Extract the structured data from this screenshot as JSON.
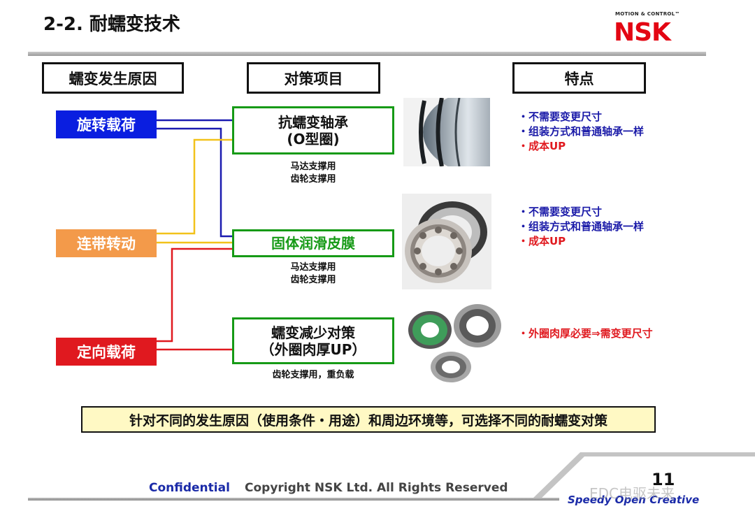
{
  "slide": {
    "title": "2-2. 耐蠕变技术",
    "logo_tagline": "MOTION & CONTROL™",
    "logo": "NSK"
  },
  "headers": {
    "causes": "蠕变发生原因",
    "measures": "对策项目",
    "features": "特点"
  },
  "causes": [
    {
      "label": "旋转载荷",
      "color": "#0a1ee0"
    },
    {
      "label": "连带转动",
      "color": "#f39a4a"
    },
    {
      "label": "定向载荷",
      "color": "#e0191f"
    }
  ],
  "measures": [
    {
      "line1": "抗蠕变轴承",
      "line2": "(O型圈)",
      "note1": "马达支撑用",
      "note2": "齿轮支撑用"
    },
    {
      "line1": "固体润滑皮膜",
      "line2": "",
      "note1": "马达支撑用",
      "note2": "齿轮支撑用"
    },
    {
      "line1": "蠕变减少对策",
      "line2": "（外圈肉厚UP）",
      "note1": "齿轮支撑用，重负载",
      "note2": ""
    }
  ],
  "features": [
    {
      "items": [
        {
          "text": "・不需要变更尺寸",
          "color": "blue"
        },
        {
          "text": "・组装方式和普通轴承一样",
          "color": "blue"
        },
        {
          "text": "・成本UP",
          "color": "red"
        }
      ]
    },
    {
      "items": [
        {
          "text": "・不需要变更尺寸",
          "color": "blue"
        },
        {
          "text": "・组装方式和普通轴承一样",
          "color": "blue"
        },
        {
          "text": "・成本UP",
          "color": "red"
        }
      ]
    },
    {
      "items": [
        {
          "text": "・外圈肉厚必要⇒需变更尺寸",
          "color": "red"
        }
      ]
    }
  ],
  "images": [
    "bearing-oring-image",
    "bearing-coated-image",
    "bearing-thick-ring-image"
  ],
  "banner": "针对不同的发生原因（使用条件・用途）和周边环境等，可选择不同的耐蠕变对策",
  "footer": {
    "confidential": "Confidential",
    "copyright": "Copyright NSK Ltd. All Rights Reserved",
    "page_number": "11",
    "tagline": "Speedy Open Creative",
    "watermark": "EDC电驱未来"
  }
}
